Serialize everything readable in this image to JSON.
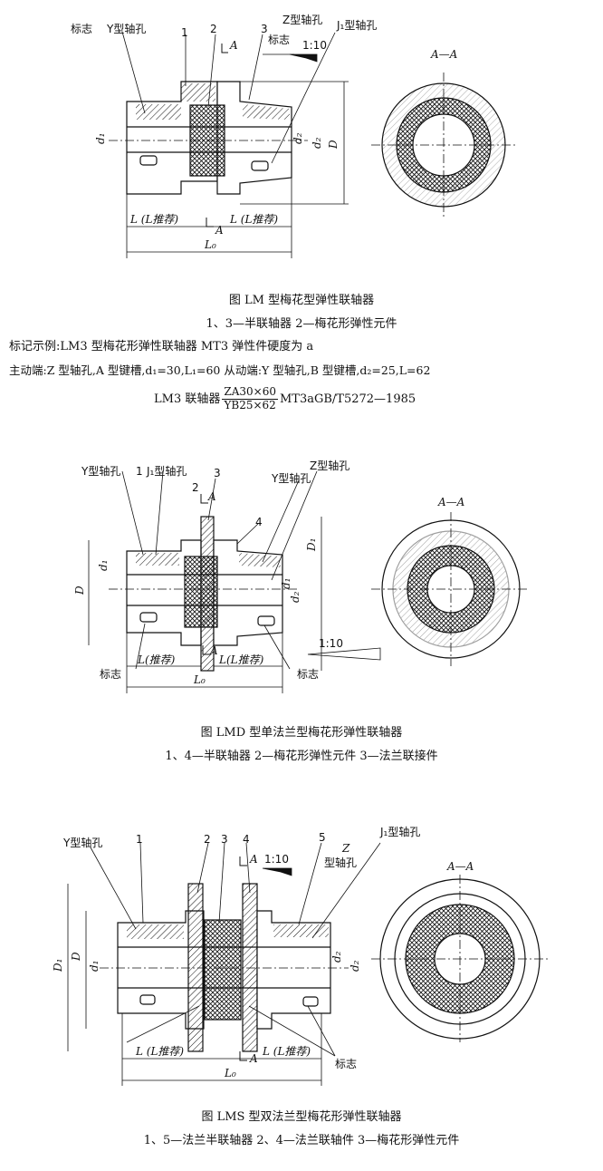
{
  "fig1": {
    "labels": {
      "mark_left": "标志",
      "y_bore": "Y型轴孔",
      "n1": "1",
      "n2": "2",
      "n3": "3",
      "z_bore": "Z型轴孔",
      "j1_bore": "J₁型轴孔",
      "mark_right": "标志",
      "taper": "1:10",
      "sec_a_top": "A",
      "sec_a_bot": "A",
      "section": "A—A",
      "d1": "d₁",
      "dz": "d₂",
      "dZ": "d₂",
      "D": "D",
      "L_left": "L (L推荐)",
      "L_right": "L (L推荐)",
      "L0": "L₀"
    },
    "caption_title": "图   LM 型梅花型弹性联轴器",
    "caption_parts": "1、3—半联轴器   2—梅花形弹性元件",
    "example_line1": "标记示例:LM3 型梅花形弹性联轴器   MT3 弹性件硬度为 a",
    "example_line2": "主动端:Z 型轴孔,A 型键槽,d₁=30,L₁=60   从动端:Y 型轴孔,B 型键槽,d₂=25,L=62",
    "formula_prefix": "LM3 联轴器",
    "formula_num": "ZA30×60",
    "formula_den": "YB25×62",
    "formula_suffix": "MT3aGB/T5272—1985"
  },
  "fig2": {
    "labels": {
      "y_bore": "Y型轴孔",
      "n1": "1",
      "j1_bore": "J₁型轴孔",
      "n3": "3",
      "n2": "2",
      "z_bore": "Z型轴孔",
      "y_bore2": "Y型轴孔",
      "n4": "4",
      "sec_a_top": "A",
      "sec_a_bot": "A",
      "section": "A—A",
      "D": "D",
      "d1": "d₁",
      "D1": "D₁",
      "d1b": "d₁",
      "d2": "d₂",
      "taper": "1:10",
      "mark_left": "标志",
      "mark_right": "标志",
      "L_left": "L(推荐)",
      "L_right": "L(L推荐)",
      "L0": "L₀"
    },
    "caption_title": "图  LMD 型单法兰型梅花形弹性联轴器",
    "caption_parts": "1、4—半联轴器   2—梅花形弹性元件   3—法兰联接件"
  },
  "fig3": {
    "labels": {
      "y_bore": "Y型轴孔",
      "n1": "1",
      "n2": "2",
      "n3": "3",
      "n4": "4",
      "n5": "5",
      "j1_bore": "J₁型轴孔",
      "z": "Z",
      "z_bore": "型轴孔",
      "taper": "1:10",
      "sec_a_top": "A",
      "sec_a_bot": "A",
      "section": "A—A",
      "D1": "D₁",
      "D": "D",
      "d1": "d₁",
      "d2": "d₂",
      "dz": "d₂",
      "L_left": "L (L推荐)",
      "L_right": "L (L推荐)",
      "L0": "L₀",
      "mark": "标志"
    },
    "caption_title": "图  LMS 型双法兰型梅花形弹性联轴器",
    "caption_parts": "1、5—法兰半联轴器   2、4—法兰联轴件   3—梅花形弹性元件"
  }
}
